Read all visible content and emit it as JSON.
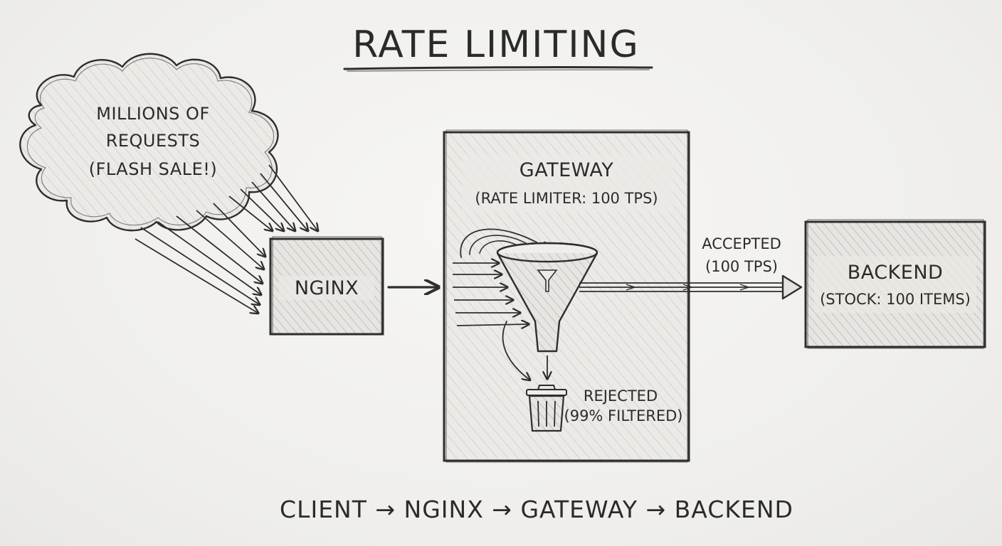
{
  "title": "RATE LIMITING",
  "cloud": {
    "line1": "MILLIONS OF",
    "line2": "REQUESTS",
    "line3": "(FLASH SALE!)"
  },
  "nginx": {
    "label": "NGINX"
  },
  "gateway": {
    "title": "GATEWAY",
    "subtitle": "(RATE LIMITER: 100 TPS)",
    "rejected_label": "REJECTED",
    "rejected_note": "(99% FILTERED)"
  },
  "accepted": {
    "label": "ACCEPTED",
    "rate": "(100 TPS)"
  },
  "backend": {
    "title": "BACKEND",
    "subtitle": "(STOCK: 100 ITEMS)"
  },
  "flow_caption": "CLIENT → NGINX → GATEWAY → BACKEND",
  "icons": [
    "funnel-icon",
    "trash-can-icon"
  ],
  "colors": {
    "ink": "#2e2e2e",
    "paper": "#f2f1ee",
    "shade": "#d6d5d1"
  }
}
